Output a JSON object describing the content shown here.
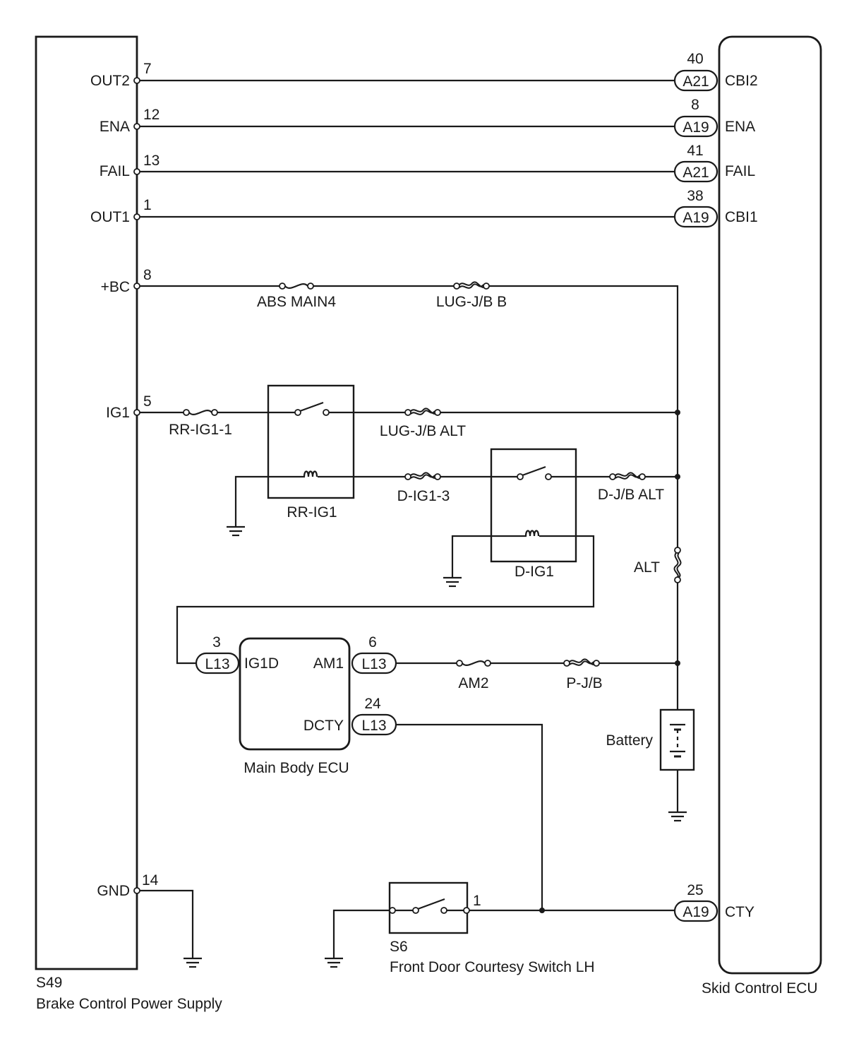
{
  "left_ecu": {
    "code": "S49",
    "name": "Brake Control Power Supply",
    "pins": [
      {
        "label": "OUT2",
        "num": "7"
      },
      {
        "label": "ENA",
        "num": "12"
      },
      {
        "label": "FAIL",
        "num": "13"
      },
      {
        "label": "OUT1",
        "num": "1"
      },
      {
        "label": "+BC",
        "num": "8"
      },
      {
        "label": "IG1",
        "num": "5"
      },
      {
        "label": "GND",
        "num": "14"
      }
    ]
  },
  "right_ecu": {
    "name": "Skid Control ECU",
    "pins": [
      {
        "label": "CBI2",
        "num": "40",
        "connector": "A21"
      },
      {
        "label": "ENA",
        "num": "8",
        "connector": "A19"
      },
      {
        "label": "FAIL",
        "num": "41",
        "connector": "A21"
      },
      {
        "label": "CBI1",
        "num": "38",
        "connector": "A19"
      },
      {
        "label": "CTY",
        "num": "25",
        "connector": "A19"
      }
    ]
  },
  "fuses": {
    "abs_main4": "ABS MAIN4",
    "lug_jb_b": "LUG-J/B B",
    "rr_ig1_1": "RR-IG1-1",
    "lug_jb_alt": "LUG-J/B ALT",
    "d_ig1_3": "D-IG1-3",
    "d_jb_alt": "D-J/B ALT",
    "alt": "ALT",
    "am2": "AM2",
    "p_jb": "P-J/B"
  },
  "relays": {
    "rr_ig1": "RR-IG1",
    "d_ig1": "D-IG1"
  },
  "main_body_ecu": {
    "name": "Main Body ECU",
    "pins": [
      {
        "label": "IG1D",
        "num": "3",
        "connector": "L13"
      },
      {
        "label": "AM1",
        "num": "6",
        "connector": "L13"
      },
      {
        "label": "DCTY",
        "num": "24",
        "connector": "L13"
      }
    ]
  },
  "battery": "Battery",
  "door_switch": {
    "code": "S6",
    "name": "Front Door Courtesy Switch LH",
    "pin": "1"
  }
}
